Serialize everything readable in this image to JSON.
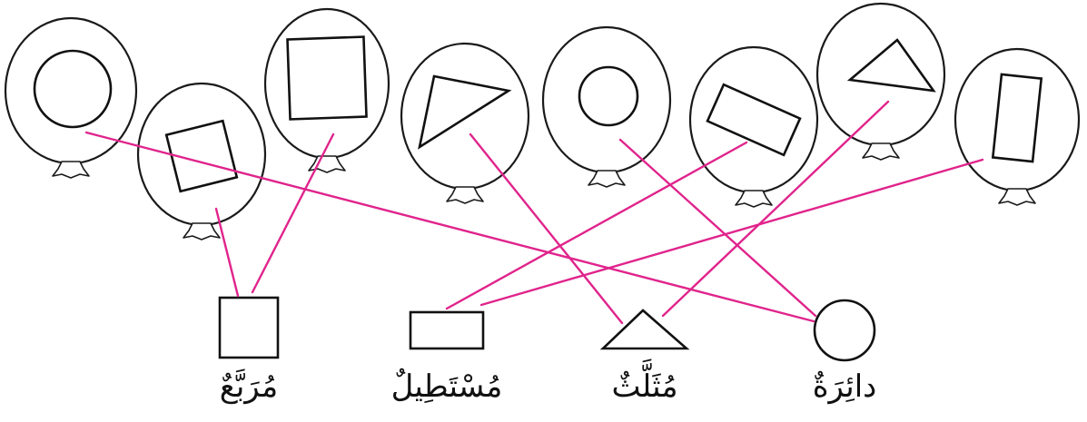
{
  "colors": {
    "line": "#e0248c",
    "ink": "#111111"
  },
  "balloons": [
    {
      "shape": "circle"
    },
    {
      "shape": "square"
    },
    {
      "shape": "square"
    },
    {
      "shape": "triangle"
    },
    {
      "shape": "circle"
    },
    {
      "shape": "rectangle"
    },
    {
      "shape": "triangle"
    },
    {
      "shape": "rectangle"
    }
  ],
  "answers": [
    {
      "shape": "square",
      "label": "مُرَبَّعٌ"
    },
    {
      "shape": "rectangle",
      "label": "مُسْتَطِيلٌ"
    },
    {
      "shape": "triangle",
      "label": "مُثَلَّثٌ"
    },
    {
      "shape": "circle",
      "label": "دائِرَةٌ"
    }
  ],
  "matches": [
    {
      "balloon": 0,
      "answer": "circle"
    },
    {
      "balloon": 1,
      "answer": "square"
    },
    {
      "balloon": 2,
      "answer": "square"
    },
    {
      "balloon": 3,
      "answer": "triangle"
    },
    {
      "balloon": 4,
      "answer": "circle"
    },
    {
      "balloon": 5,
      "answer": "rectangle"
    },
    {
      "balloon": 6,
      "answer": "triangle"
    },
    {
      "balloon": 7,
      "answer": "rectangle"
    }
  ]
}
